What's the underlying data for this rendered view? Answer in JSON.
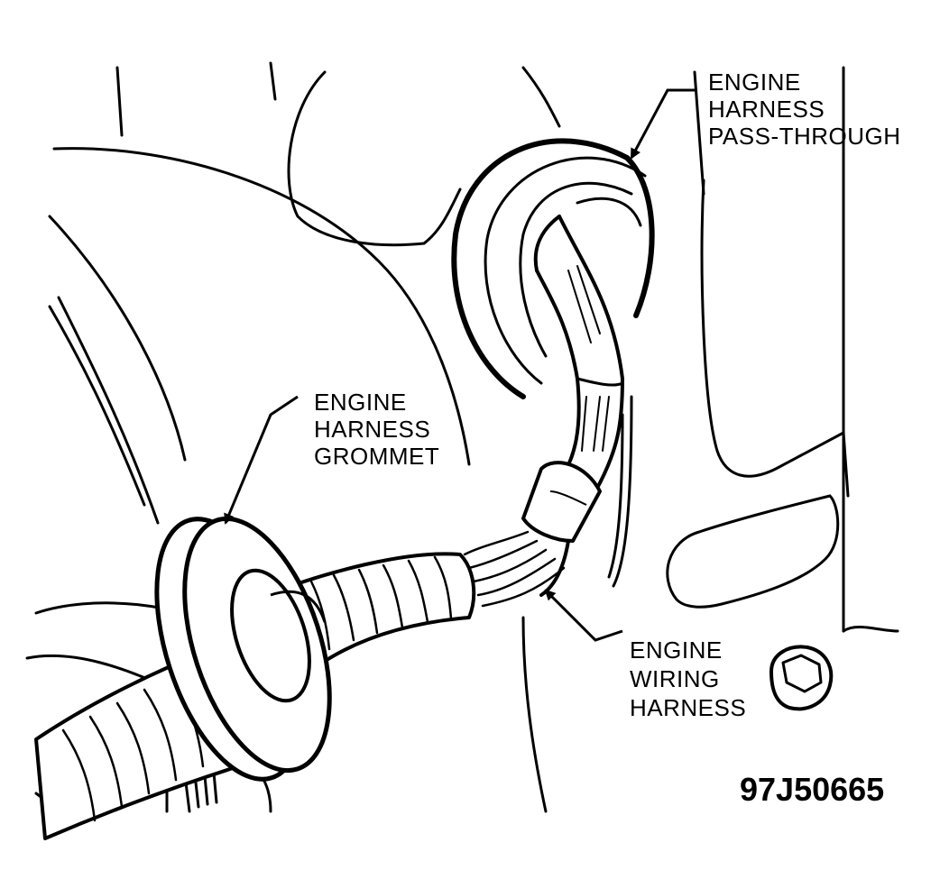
{
  "labels": {
    "pass_through": {
      "line1": "ENGINE",
      "line2": "HARNESS",
      "line3": "PASS-THROUGH"
    },
    "grommet": {
      "line1": "ENGINE",
      "line2": "HARNESS",
      "line3": "GROMMET"
    },
    "wiring_harness": {
      "line1": "ENGINE",
      "line2": "WIRING",
      "line3": "HARNESS"
    }
  },
  "figure_id": "97J50665",
  "colors": {
    "ink": "#000000",
    "paper": "#ffffff"
  }
}
